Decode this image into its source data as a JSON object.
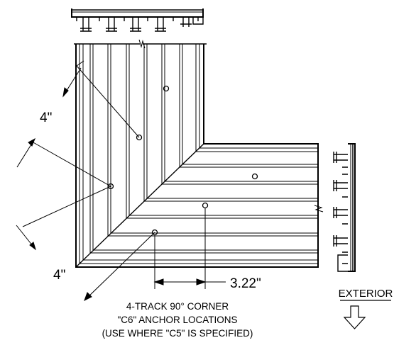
{
  "dimensions": {
    "left_upper": "4\"",
    "left_lower": "4\"",
    "bottom_offset": "3.22\""
  },
  "note": {
    "line1": "4-TRACK 90° CORNER",
    "line2": "\"C6\" ANCHOR LOCATIONS",
    "line3": "(USE WHERE \"C5\" IS SPECIFIED)"
  },
  "exterior_label": "EXTERIOR",
  "icons": {
    "top_profile": "track-profile-icon",
    "right_profile": "track-profile-icon",
    "exterior_arrow": "arrow-down-icon"
  },
  "colors": {
    "line": "#000000",
    "background": "#ffffff"
  }
}
